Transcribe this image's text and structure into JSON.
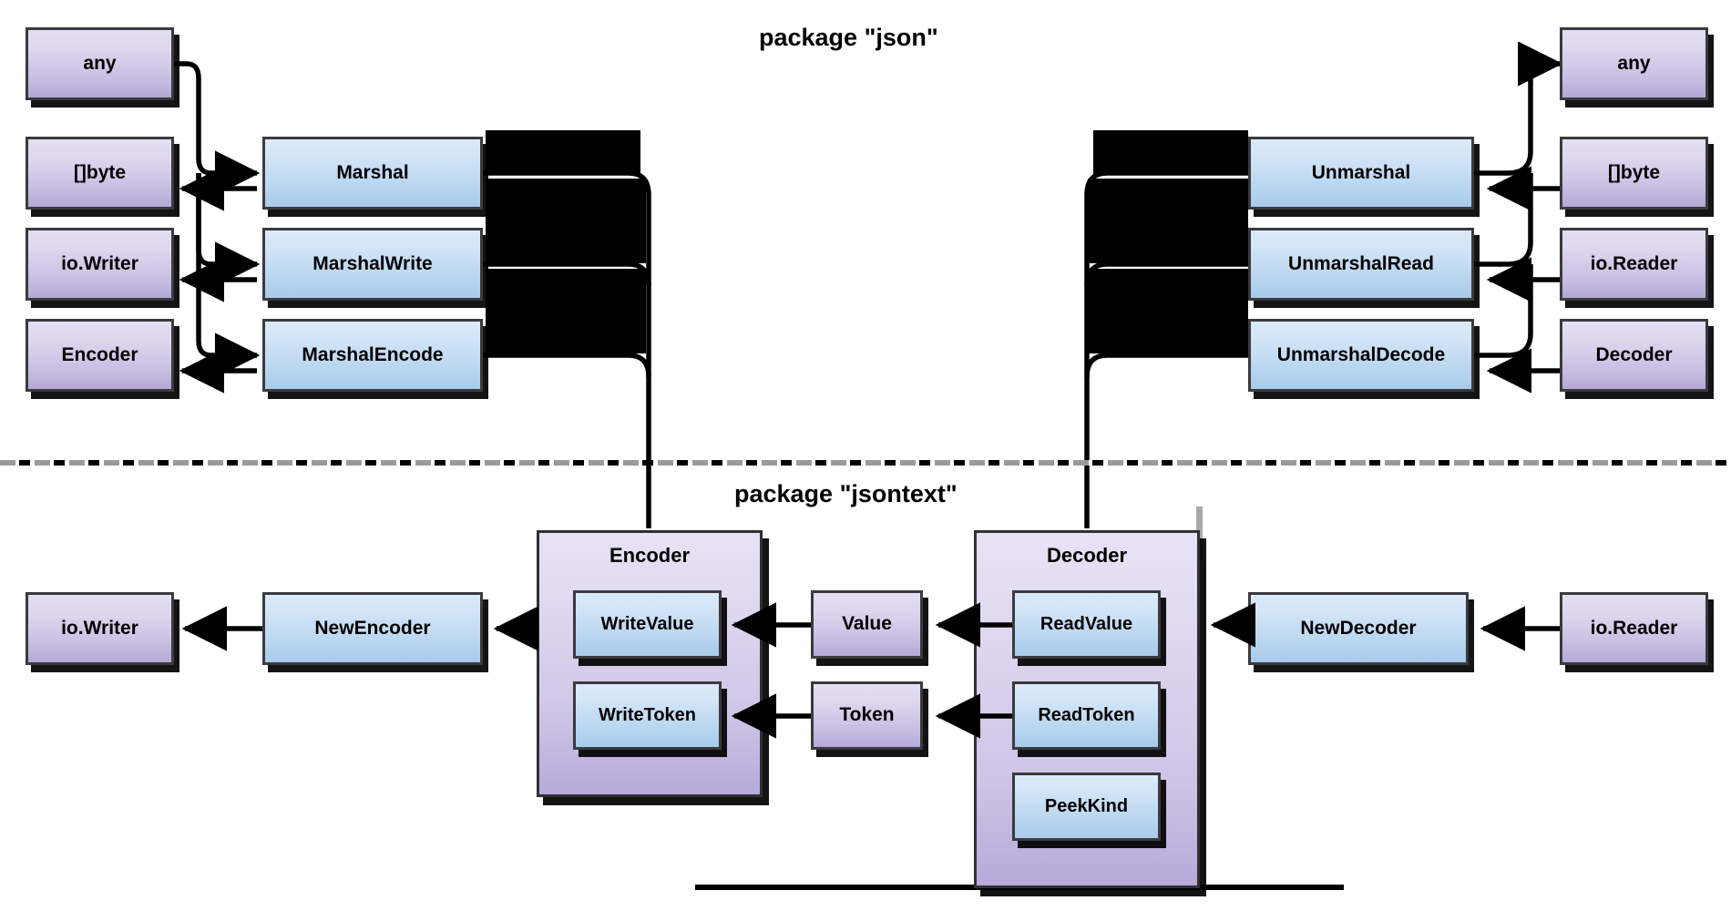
{
  "diagram": {
    "title_top": "package \"json\"",
    "title_bottom": "package \"jsontext\"",
    "colors": {
      "purple_type_box": "#c9bee2",
      "blue_func_box": "#b6d4ef",
      "container_box": "#cfc4e6",
      "border": "#3a3a3f",
      "wire": "#000000",
      "divider_gray": "#9a9a9a"
    }
  },
  "json_package": {
    "marshal_side": {
      "inputs": [
        {
          "label": "any"
        },
        {
          "label": "[]byte"
        },
        {
          "label": "io.Writer"
        },
        {
          "label": "Encoder"
        }
      ],
      "functions": [
        {
          "label": "Marshal"
        },
        {
          "label": "MarshalWrite"
        },
        {
          "label": "MarshalEncode"
        }
      ]
    },
    "unmarshal_side": {
      "inputs": [
        {
          "label": "any"
        },
        {
          "label": "[]byte"
        },
        {
          "label": "io.Reader"
        },
        {
          "label": "Decoder"
        }
      ],
      "functions": [
        {
          "label": "Unmarshal"
        },
        {
          "label": "UnmarshalRead"
        },
        {
          "label": "UnmarshalDecode"
        }
      ]
    }
  },
  "jsontext_package": {
    "encoder_side": {
      "io_type": "io.Writer",
      "constructor": "NewEncoder",
      "container": "Encoder",
      "methods": [
        {
          "label": "WriteValue"
        },
        {
          "label": "WriteToken"
        }
      ]
    },
    "middle_types": [
      {
        "label": "Value"
      },
      {
        "label": "Token"
      }
    ],
    "decoder_side": {
      "io_type": "io.Reader",
      "constructor": "NewDecoder",
      "container": "Decoder",
      "methods": [
        {
          "label": "ReadValue"
        },
        {
          "label": "ReadToken"
        },
        {
          "label": "PeekKind"
        }
      ]
    }
  }
}
